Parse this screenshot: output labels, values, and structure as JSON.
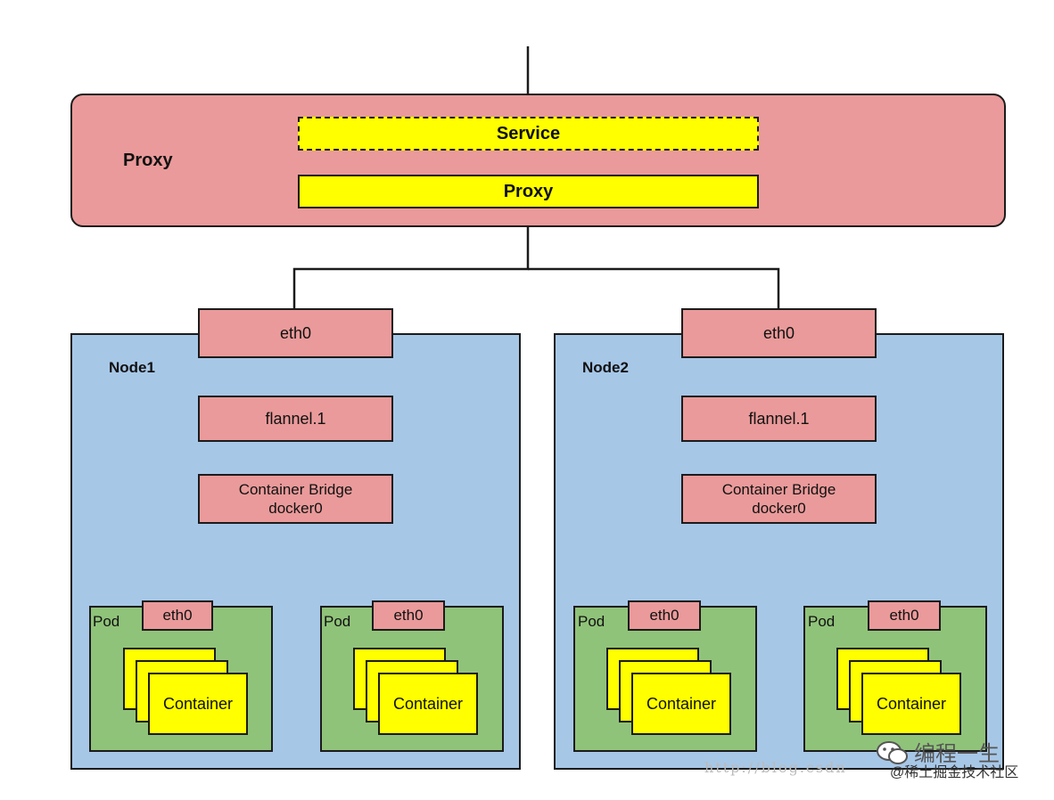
{
  "proxy_region": {
    "label": "Proxy",
    "service_label": "Service",
    "proxy_box_label": "Proxy"
  },
  "nodes": [
    {
      "label": "Node1",
      "eth0": "eth0",
      "flannel": "flannel.1",
      "bridge_line1": "Container Bridge",
      "bridge_line2": "docker0",
      "pods": [
        {
          "label": "Pod",
          "eth0": "eth0",
          "container": "Container"
        },
        {
          "label": "Pod",
          "eth0": "eth0",
          "container": "Container"
        }
      ]
    },
    {
      "label": "Node2",
      "eth0": "eth0",
      "flannel": "flannel.1",
      "bridge_line1": "Container Bridge",
      "bridge_line2": "docker0",
      "pods": [
        {
          "label": "Pod",
          "eth0": "eth0",
          "container": "Container"
        },
        {
          "label": "Pod",
          "eth0": "eth0",
          "container": "Container"
        }
      ]
    }
  ],
  "watermark": {
    "url_text": "http://blog.csdn",
    "brand": "编程一生",
    "community": "@稀土掘金技术社区"
  },
  "colors": {
    "proxy_region": "#ea9a9a",
    "yellow": "#ffff00",
    "node_bg": "#a7c7e7",
    "pod_bg": "#90c37a",
    "pink": "#ea9a9a",
    "line": "#1b1b1b"
  }
}
